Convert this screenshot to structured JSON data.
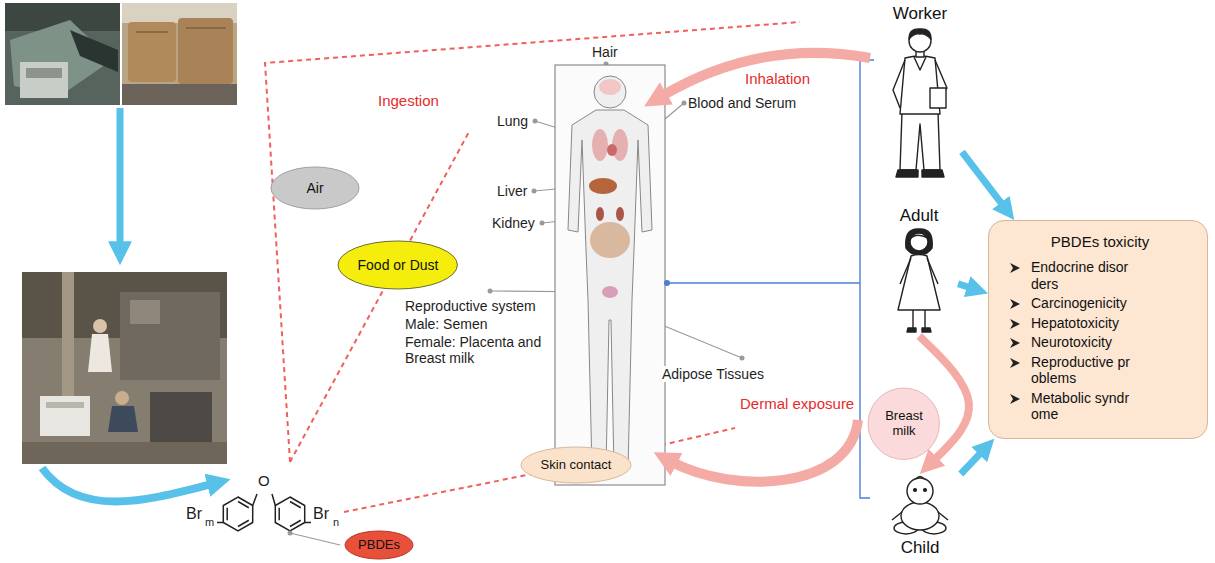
{
  "diagram": {
    "nodes": [
      {
        "text": [
          "Air"
        ]
      },
      {
        "text": [
          "Food or Dust"
        ]
      },
      {
        "text": [
          "Skin contact"
        ]
      },
      {
        "text": [
          "PBDEs"
        ]
      },
      {
        "text": [
          "Worker"
        ]
      },
      {
        "text": [
          "Adult"
        ]
      },
      {
        "text": [
          "Breast milk"
        ]
      },
      {
        "text": [
          "Child"
        ]
      },
      {
        "text": [
          "PBDEs toxicity",
          "Endocrine disor ders",
          "Carcinogenicity",
          "Hepatotoxicity",
          "Neurotoxicity",
          "Reproductive pr oblems",
          "Metabolic syndr ome"
        ]
      }
    ],
    "edges": [
      {
        "from": 4,
        "to": 8,
        "arrow": "to"
      },
      {
        "from": 5,
        "to": 8,
        "arrow": "to"
      },
      {
        "from": 7,
        "to": 8,
        "arrow": "to"
      },
      {
        "from": 5,
        "to": 7,
        "arrow": "to"
      }
    ],
    "labels": [
      "Hair",
      "Ingestion",
      "Inhalation",
      "Blood and Serum",
      "Lung",
      "Liver",
      "Kidney",
      "Reproductive system",
      "Male: Semen",
      "Female: Placenta and Breast milk",
      "Adipose Tissues",
      "Dermal exposure",
      "Br",
      "m",
      "O",
      "Br",
      "n"
    ]
  }
}
